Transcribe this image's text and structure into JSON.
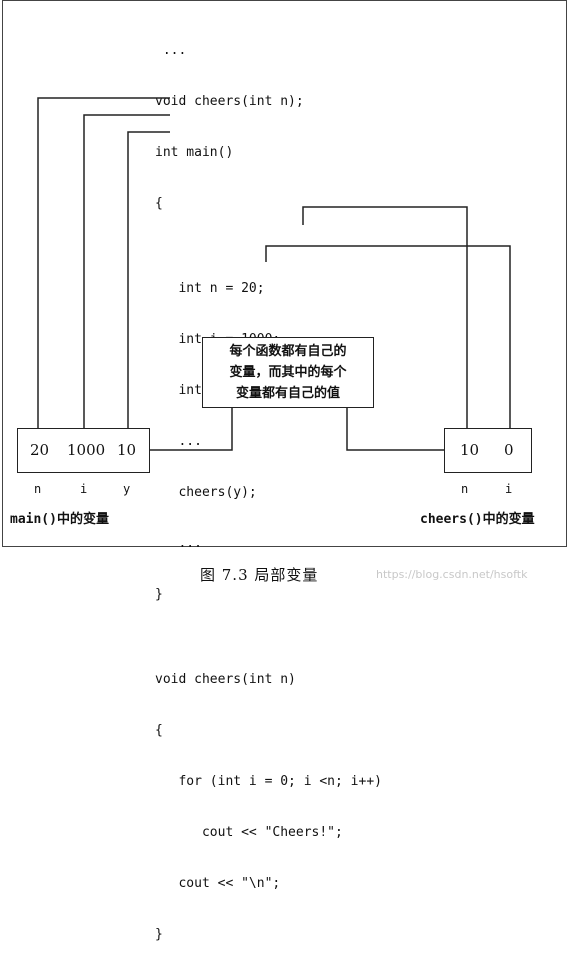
{
  "code": {
    "lines": [
      " ...",
      "void cheers(int n);",
      "int main()",
      "{",
      "",
      "   int n = 20;",
      "   int i = 1000;",
      "   int y = 10;",
      "   ...",
      "   cheers(y);",
      "   ...",
      "}",
      "",
      "void cheers(int n)",
      "{",
      "   for (int i = 0; i <n; i++)",
      "      cout << \"Cheers!\";",
      "   cout << \"\\n\";",
      "}"
    ]
  },
  "main_box": {
    "values": [
      "20",
      "1000",
      "10"
    ],
    "var_labels": [
      "n",
      "i",
      "y"
    ],
    "caption": "main()中的变量"
  },
  "cheers_box": {
    "values": [
      "10",
      "0"
    ],
    "var_labels": [
      "n",
      "i"
    ],
    "caption": "cheers()中的变量"
  },
  "note": {
    "lines": [
      "每个函数都有自己的",
      "变量，而其中的每个",
      "变量都有自己的值"
    ]
  },
  "figure_caption": "图 7.3 局部变量",
  "watermark": "https://blog.csdn.net/hsoftk"
}
